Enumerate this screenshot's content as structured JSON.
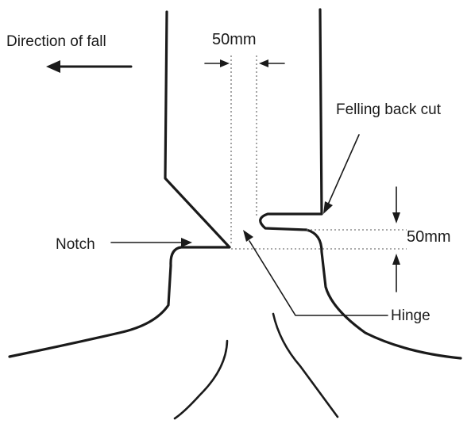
{
  "labels": {
    "direction_of_fall": "Direction of fall",
    "notch": "Notch",
    "felling_back_cut": "Felling back cut",
    "hinge": "Hinge",
    "width_dimension": "50mm",
    "height_dimension": "50mm"
  }
}
